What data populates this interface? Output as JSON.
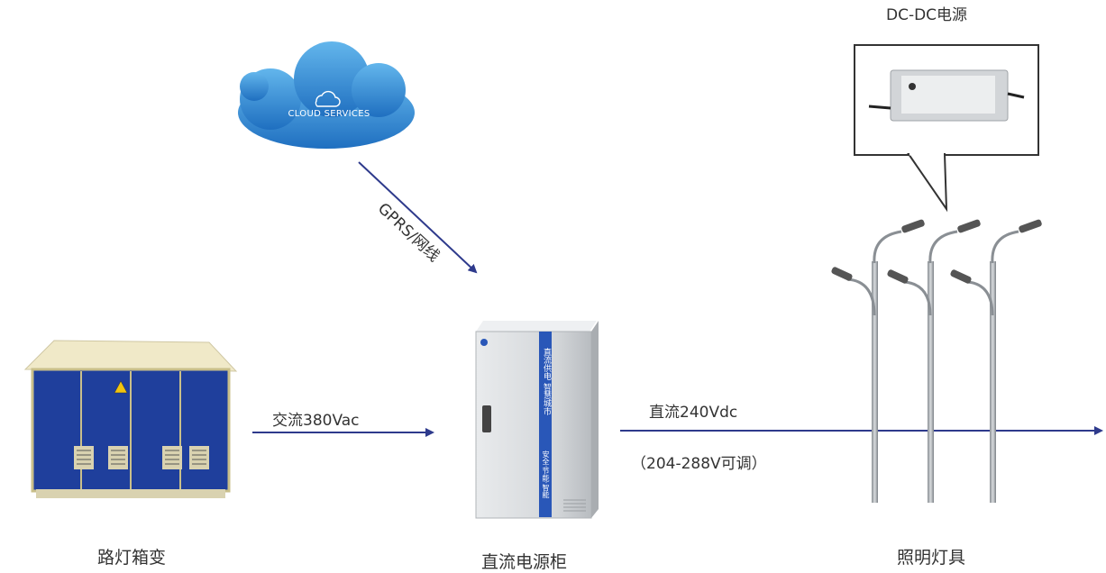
{
  "cloud": {
    "text": "CLOUD SERVICES"
  },
  "link_gprs": {
    "text": "GPRS/网线"
  },
  "link_ac": {
    "text": "交流380Vac"
  },
  "link_dc": {
    "text": "直流240Vdc",
    "range": "（204-288V可调）"
  },
  "transformer": {
    "caption": "路灯箱变"
  },
  "cabinet": {
    "caption": "直流电源柜",
    "panel_top": "直流供电 智慧城市",
    "panel_bottom": "安全·节能·智能"
  },
  "lights": {
    "caption": "照明灯具"
  },
  "dcdc": {
    "title": "DC-DC电源"
  },
  "colors": {
    "arrow": "#2e3a8c",
    "cloud": "#2f86d0",
    "transformer": "#1f3f9c",
    "cabinet": "#d7dadd"
  }
}
